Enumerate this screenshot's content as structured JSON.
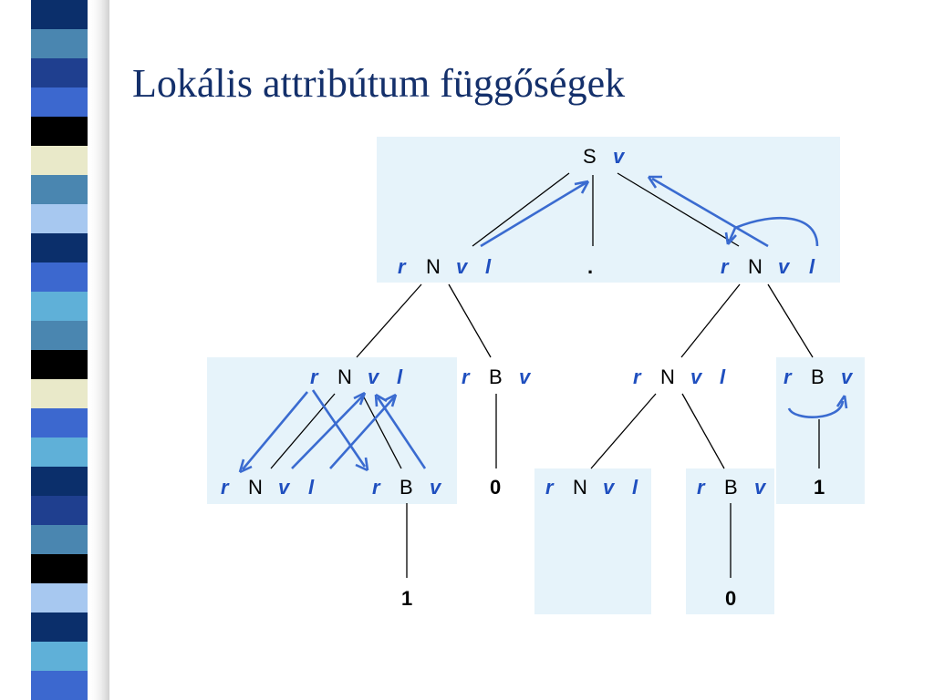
{
  "title": "Lokális attribútum függőségek",
  "colors": {
    "title": "#14306b",
    "attribute": "#1f4fbf",
    "arrow": "#3a6bd0",
    "box_fill": "#e6f3fa",
    "strip": [
      "#1f3f8f",
      "#4a86b0",
      "#0b2f6b",
      "#e9e9c9",
      "#000000",
      "#5fb0d8",
      "#a7c8f0",
      "#3c68cf"
    ]
  },
  "diagram": {
    "root": {
      "symbol": "S",
      "attrs": [
        "v"
      ]
    },
    "level1": [
      {
        "attrs_left": [
          "r"
        ],
        "symbol": "N",
        "attrs_right": [
          "v",
          "l"
        ]
      },
      {
        "symbol": "."
      },
      {
        "attrs_left": [
          "r"
        ],
        "symbol": "N",
        "attrs_right": [
          "v",
          "l"
        ]
      }
    ],
    "level2": [
      {
        "attrs_left": [
          "r"
        ],
        "symbol": "N",
        "attrs_right": [
          "v",
          "l"
        ]
      },
      {
        "attrs_left": [
          "r"
        ],
        "symbol": "B",
        "attrs_right": [
          "v"
        ]
      },
      {
        "attrs_left": [
          "r"
        ],
        "symbol": "N",
        "attrs_right": [
          "v",
          "l"
        ]
      },
      {
        "attrs_left": [
          "r"
        ],
        "symbol": "B",
        "attrs_right": [
          "v"
        ]
      }
    ],
    "level3": [
      {
        "attrs_left": [
          "r"
        ],
        "symbol": "N",
        "attrs_right": [
          "v",
          "l"
        ]
      },
      {
        "attrs_left": [
          "r"
        ],
        "symbol": "B",
        "attrs_right": [
          "v"
        ]
      },
      {
        "symbol": "0"
      },
      {
        "attrs_left": [
          "r"
        ],
        "symbol": "N",
        "attrs_right": [
          "v",
          "l"
        ]
      },
      {
        "attrs_left": [
          "r"
        ],
        "symbol": "B",
        "attrs_right": [
          "v"
        ]
      },
      {
        "symbol": "1"
      }
    ],
    "level4": [
      {
        "symbol": "1"
      },
      {
        "symbol": "0"
      }
    ]
  }
}
